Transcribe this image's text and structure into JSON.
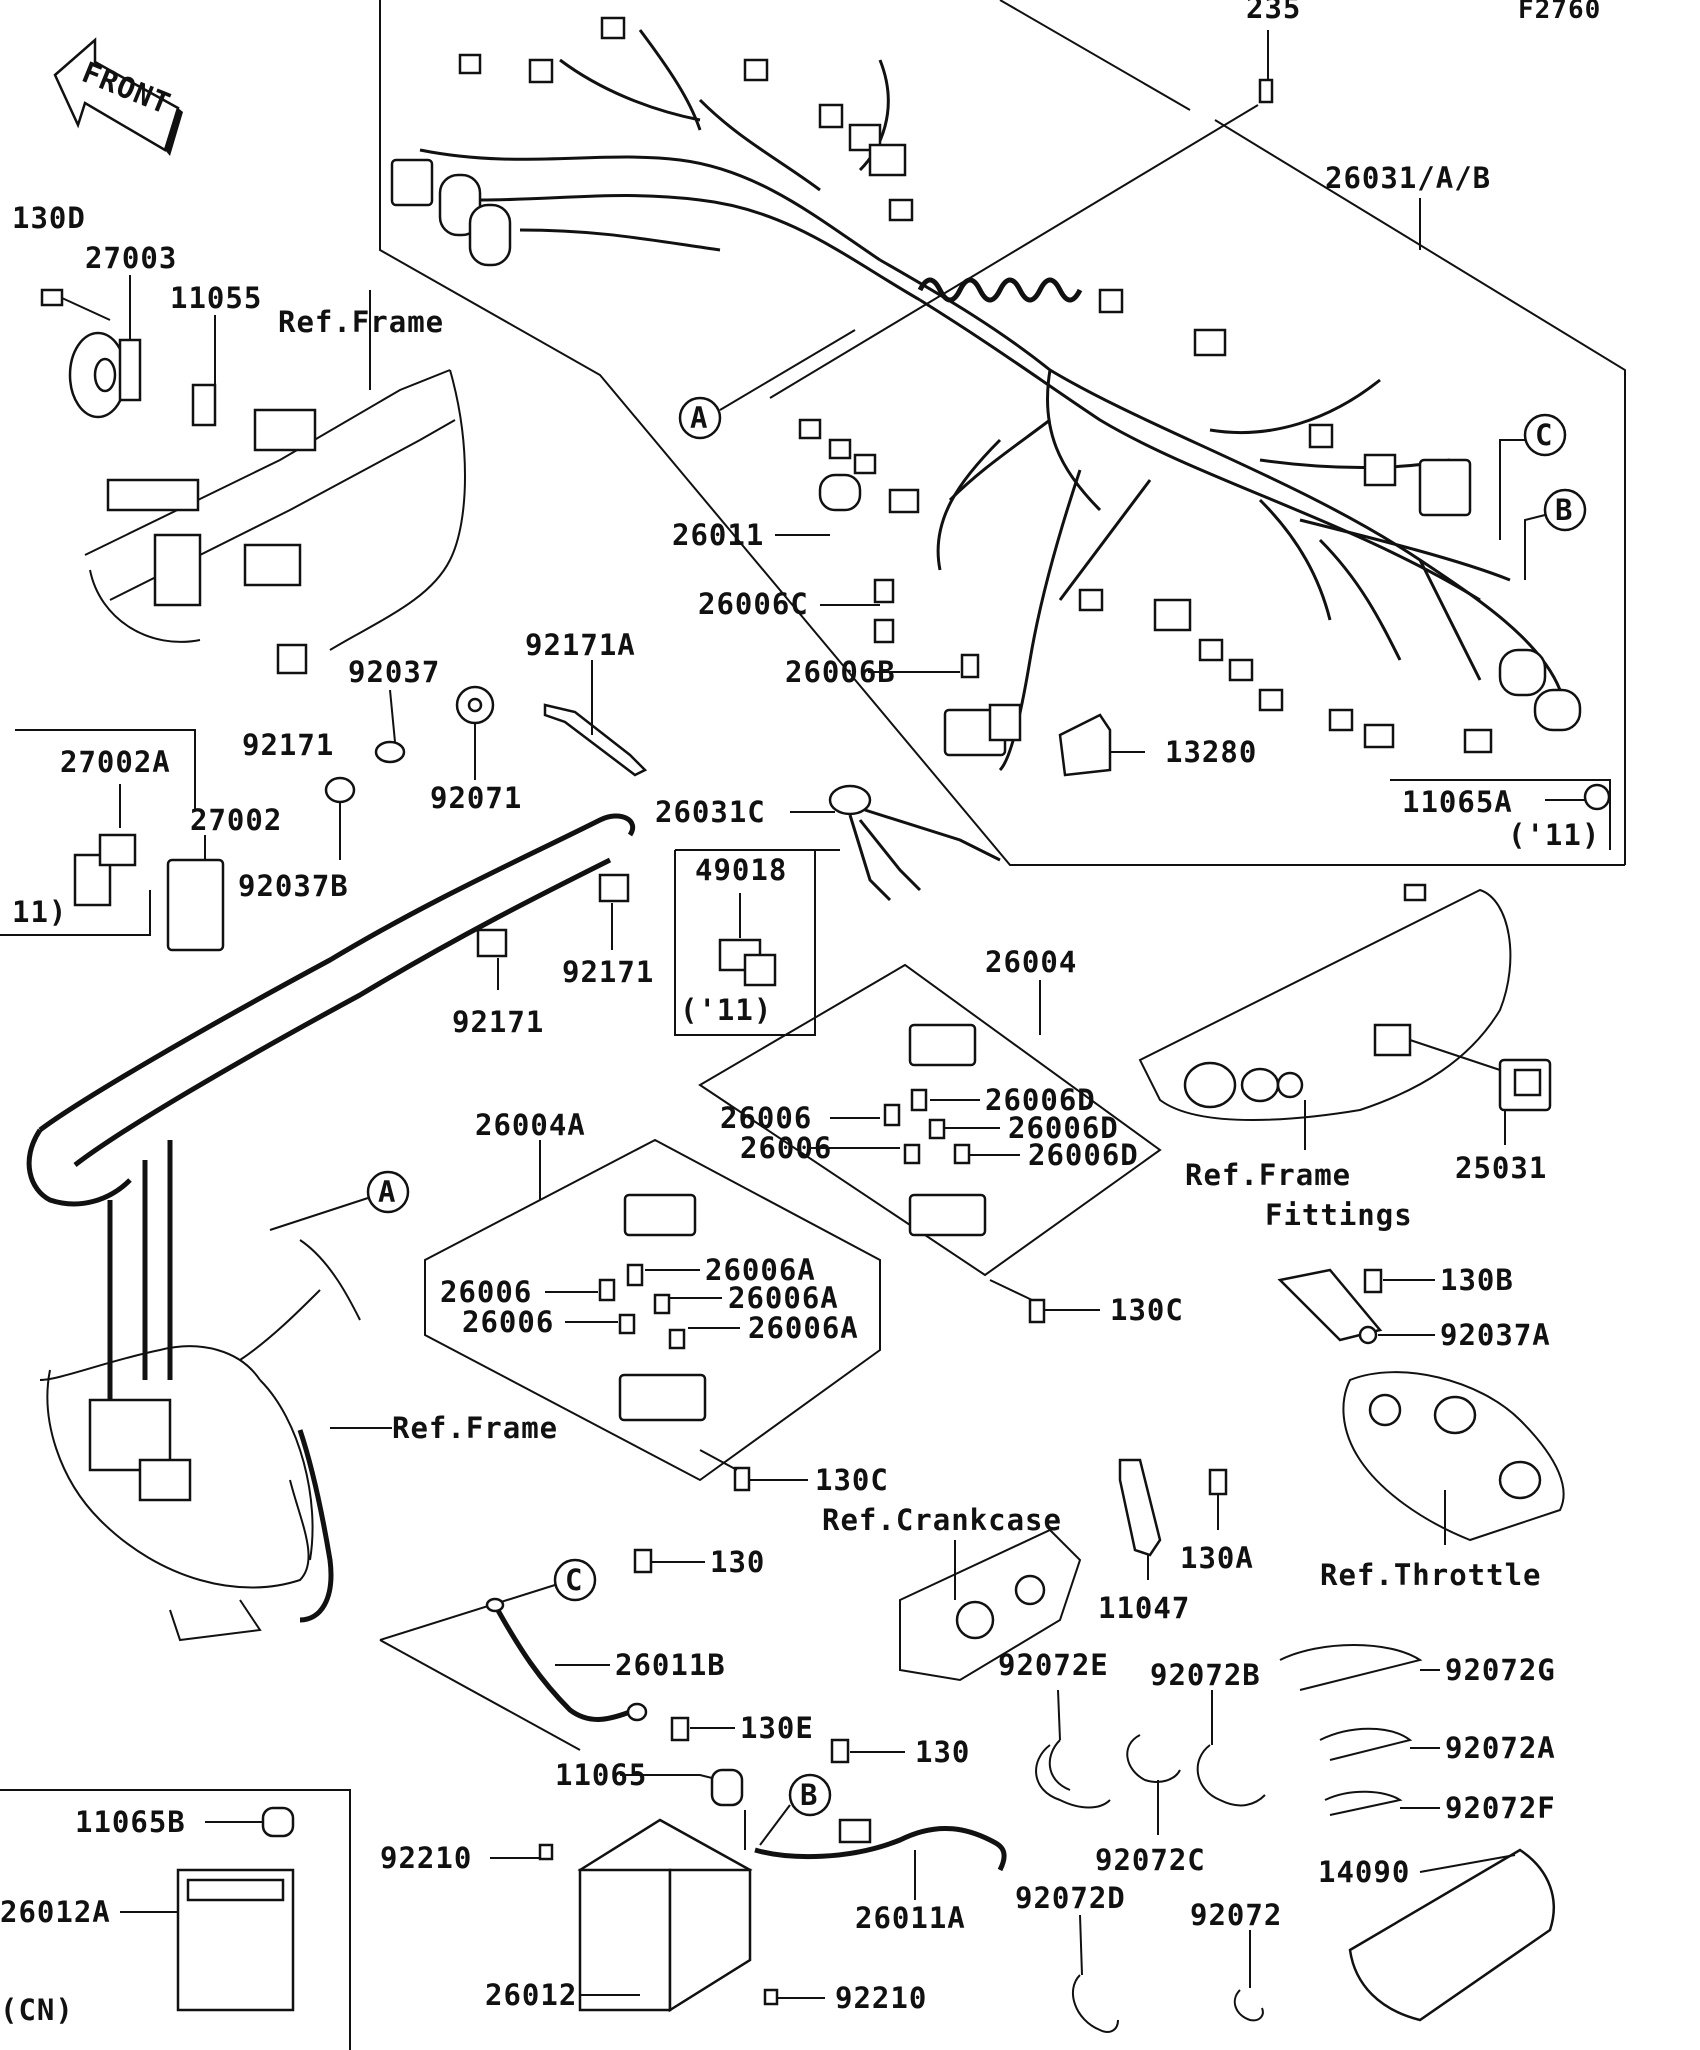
{
  "figure_code": "F2760",
  "front_label": "FRONT",
  "callout_markers": {
    "a": "A",
    "b": "B",
    "c": "C"
  },
  "part_labels": {
    "p235": "235",
    "p26031AB": "26031/A/B",
    "p130D": "130D",
    "p27003": "27003",
    "p11055": "11055",
    "refFrame1": "Ref.Frame",
    "p26011": "26011",
    "p26006C": "26006C",
    "p26006B": "26006B",
    "p13280": "13280",
    "p11065A": "11065A",
    "p11065A_note": "('11)",
    "p92171_a": "92171",
    "p92037": "92037",
    "p92171A": "92171A",
    "p92071": "92071",
    "p27002A": "27002A",
    "p27002": "27002",
    "p92037B": "92037B",
    "left_note": "11)",
    "p26031C": "26031C",
    "p49018": "49018",
    "p49018_note": "('11)",
    "p92171_b": "92171",
    "p92171_c": "92171",
    "p26004": "26004",
    "p26006_1": "26006",
    "p26006D_1": "26006D",
    "p26006D_2": "26006D",
    "p26006_2": "26006",
    "p26006D_3": "26006D",
    "refFrameFittings1": "Ref.Frame",
    "refFrameFittings2": "Fittings",
    "p25031": "25031",
    "p26004A": "26004A",
    "p26006_3": "26006",
    "p26006A_1": "26006A",
    "p26006A_2": "26006A",
    "p26006_4": "26006",
    "p26006A_3": "26006A",
    "p130C_1": "130C",
    "p130B": "130B",
    "p92037A": "92037A",
    "refFrame2": "Ref.Frame",
    "p130C_2": "130C",
    "refCrankcase": "Ref.Crankcase",
    "p130A": "130A",
    "p11047": "11047",
    "refThrottle": "Ref.Throttle",
    "p130_1": "130",
    "p26011B": "26011B",
    "p130E": "130E",
    "p92072E": "92072E",
    "p92072B": "92072B",
    "p92072G": "92072G",
    "p92072A": "92072A",
    "p92072F": "92072F",
    "p11065": "11065",
    "p130_2": "130",
    "p11065B": "11065B",
    "p92210_1": "92210",
    "p26011A": "26011A",
    "p92072C": "92072C",
    "p26012A": "26012A",
    "p92072D": "92072D",
    "p92072": "92072",
    "p14090": "14090",
    "cn_note": "(CN)",
    "p26012": "26012",
    "p92210_2": "92210"
  }
}
